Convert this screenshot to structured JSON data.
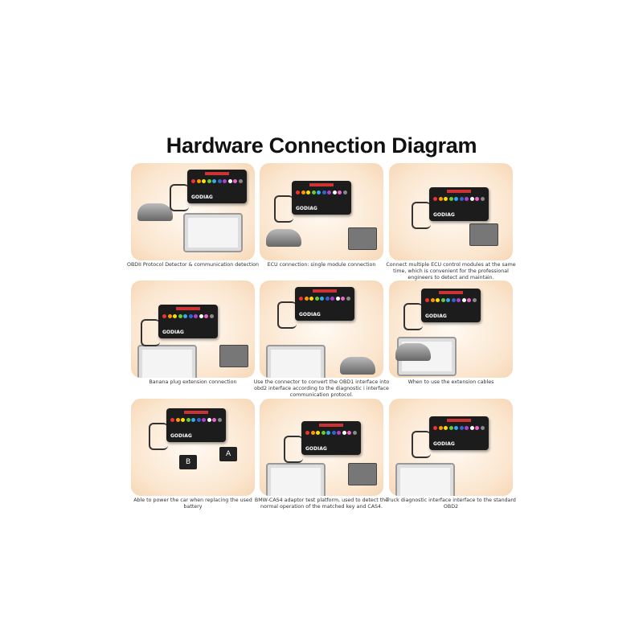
{
  "title": "Hardware Connection Diagram",
  "device_logo": "GODIAG",
  "panels": [
    {
      "caption": "OBDII Protocol Detector & communication detection"
    },
    {
      "caption": "ECU connection: single module connection"
    },
    {
      "caption": "Connect multiple ECU control modules at the same time, which is convenient for the professional engineers to detect and maintain."
    },
    {
      "caption": "Banana plug extension connection"
    },
    {
      "caption": "Use the connector to convert the OBD1 interface into obd2 interface according to the diagnostic i interface communication protocol."
    },
    {
      "caption": "When to use the extension cables"
    },
    {
      "caption": "Able to power the car when replacing the used battery",
      "labels": [
        "A",
        "B"
      ]
    },
    {
      "caption": "BMW-CAS4 adaptor test platform, used to detect the normal operation of the matched key and CAS4."
    },
    {
      "caption": "Truck diagnostic interface interface to the standard OBD2"
    }
  ],
  "colors": {
    "panel_bg": "#fbe6cf",
    "device": "#1c1c1c",
    "accent_red": "#cc3333"
  }
}
